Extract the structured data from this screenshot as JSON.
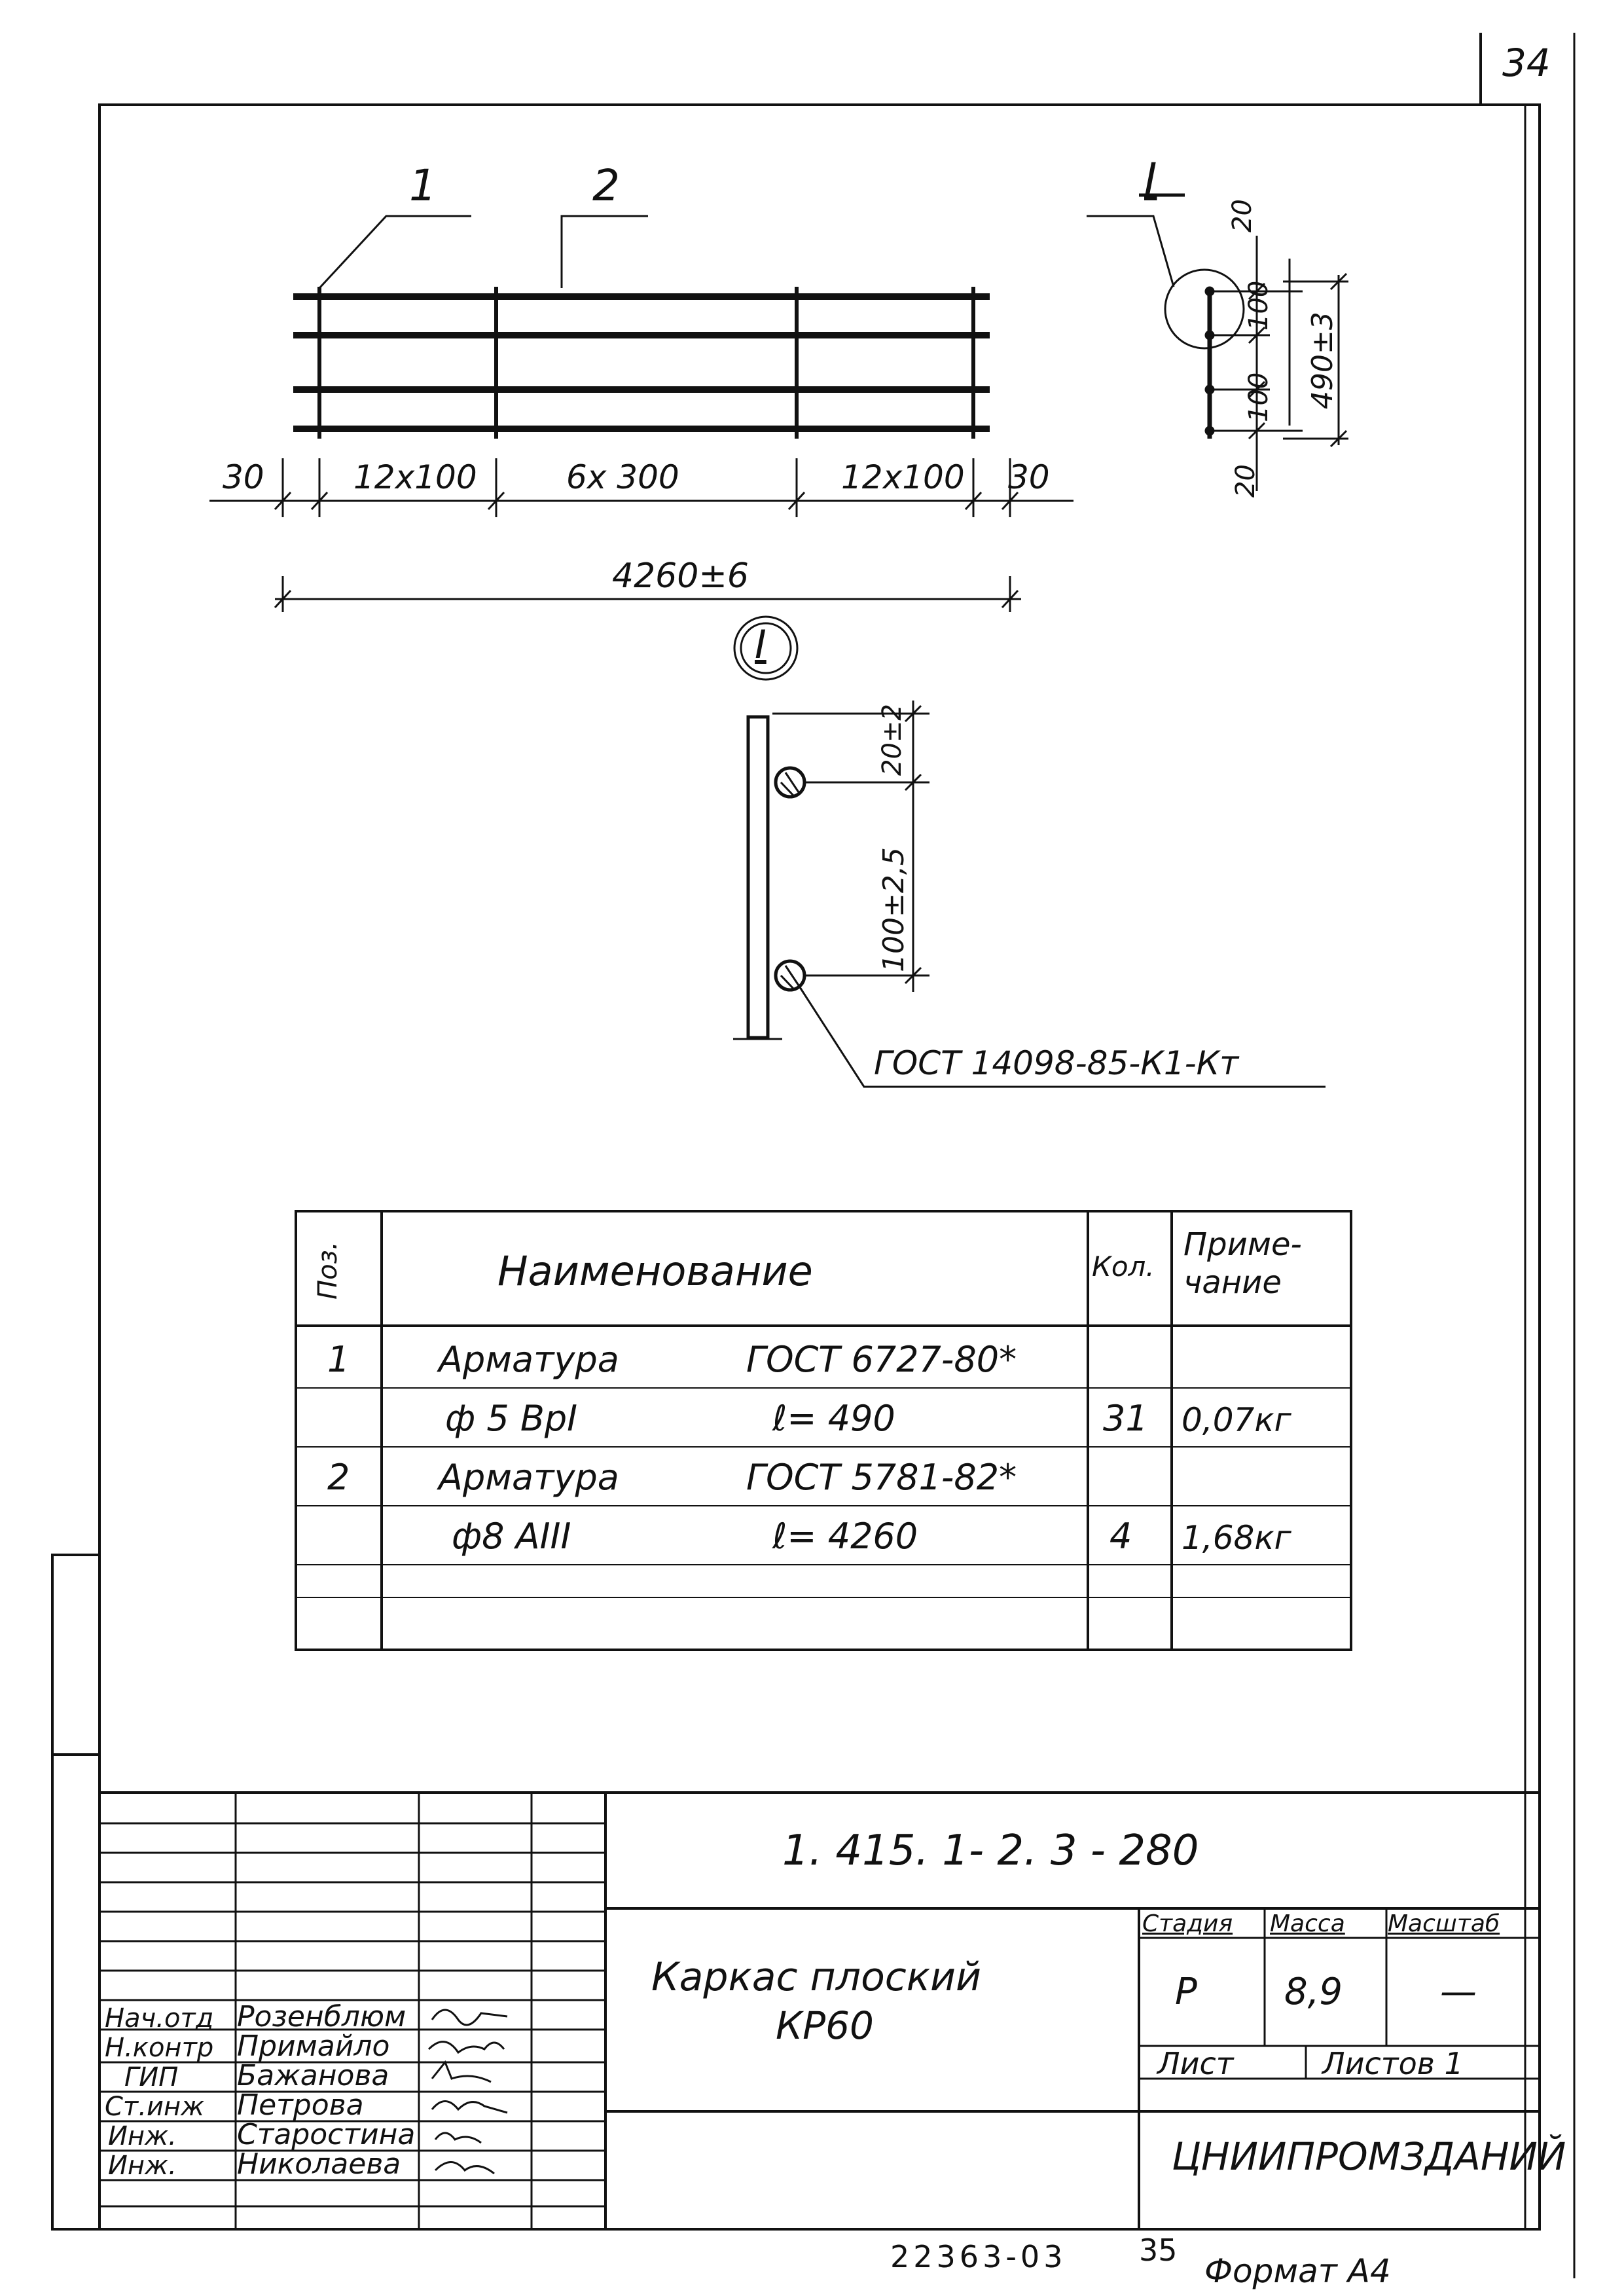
{
  "sheet_number": "34",
  "plan": {
    "callout_1": "1",
    "callout_2": "2",
    "dims": [
      "30",
      "12x100",
      "6x 300",
      "12x100",
      "30"
    ],
    "overall": "4260±6"
  },
  "section": {
    "label": "I",
    "dims": [
      "20",
      "100",
      "100",
      "20"
    ],
    "overall": "490±3"
  },
  "detail": {
    "label": "I",
    "dim_top": "20±2",
    "dim_mid": "100±2,5",
    "weld_note": "ГОСТ 14098-85-К1-Кт"
  },
  "spec_table": {
    "headers": {
      "pos": "Поз.",
      "name": "Наименование",
      "qty": "Кол.",
      "note": "Приме-\nчание"
    },
    "rows": [
      {
        "pos": "1",
        "name": "Арматура",
        "std": "ГОСТ 6727-80*",
        "qty": "",
        "note": ""
      },
      {
        "pos": "",
        "name": "ф 5 ВрI",
        "std": "ℓ= 490",
        "qty": "31",
        "note": "0,07кг"
      },
      {
        "pos": "2",
        "name": "Арматура",
        "std": "ГОСТ 5781-82*",
        "qty": "",
        "note": ""
      },
      {
        "pos": "",
        "name": "ф8 АIII",
        "std": "ℓ= 4260",
        "qty": "4",
        "note": "1,68кг"
      },
      {
        "pos": "",
        "name": "",
        "std": "",
        "qty": "",
        "note": ""
      }
    ]
  },
  "title_block": {
    "doc_code": "1. 415. 1- 2. 3 - 280",
    "title_line1": "Каркас плоский",
    "title_line2": "КР60",
    "stage_label": "Стадия",
    "mass_label": "Масса",
    "scale_label": "Масштаб",
    "stage": "Р",
    "mass": "8,9",
    "scale": "—",
    "sheet_label": "Лист",
    "sheets_label": "Листов 1",
    "org": "ЦНИИПРОМЗДАНИЙ",
    "staff": [
      {
        "role": "Нач.отд",
        "name": "Розенблюм"
      },
      {
        "role": "Н.контр",
        "name": "Примайло"
      },
      {
        "role": "ГИП",
        "name": "Бажанова"
      },
      {
        "role": "Ст.инж",
        "name": "Петрова"
      },
      {
        "role": "Инж.",
        "name": "Старостина"
      },
      {
        "role": "Инж.",
        "name": "Николаева"
      }
    ]
  },
  "footer": {
    "inventory": "22363-03",
    "page": "35",
    "format": "Формат А4"
  }
}
